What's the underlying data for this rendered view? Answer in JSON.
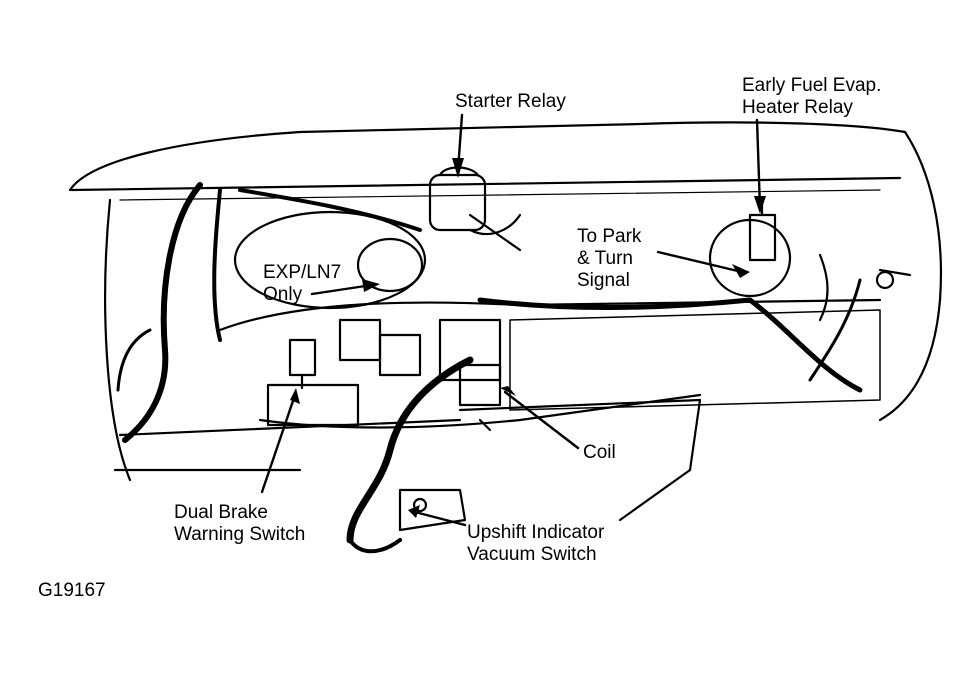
{
  "labels": {
    "starter_relay": "Starter Relay",
    "early_fuel_1": "Early Fuel Evap.",
    "early_fuel_2": "Heater Relay",
    "to_park_1": "To Park",
    "to_park_2": "& Turn",
    "to_park_3": "Signal",
    "exp_1": "EXP/LN7",
    "exp_2": "Only",
    "coil": "Coil",
    "dual_brake_1": "Dual Brake",
    "dual_brake_2": "Warning Switch",
    "upshift_1": "Upshift Indicator",
    "upshift_2": "Vacuum Switch"
  },
  "figure_id": "G19167",
  "colors": {
    "ink": "#000000",
    "paper": "#ffffff"
  }
}
